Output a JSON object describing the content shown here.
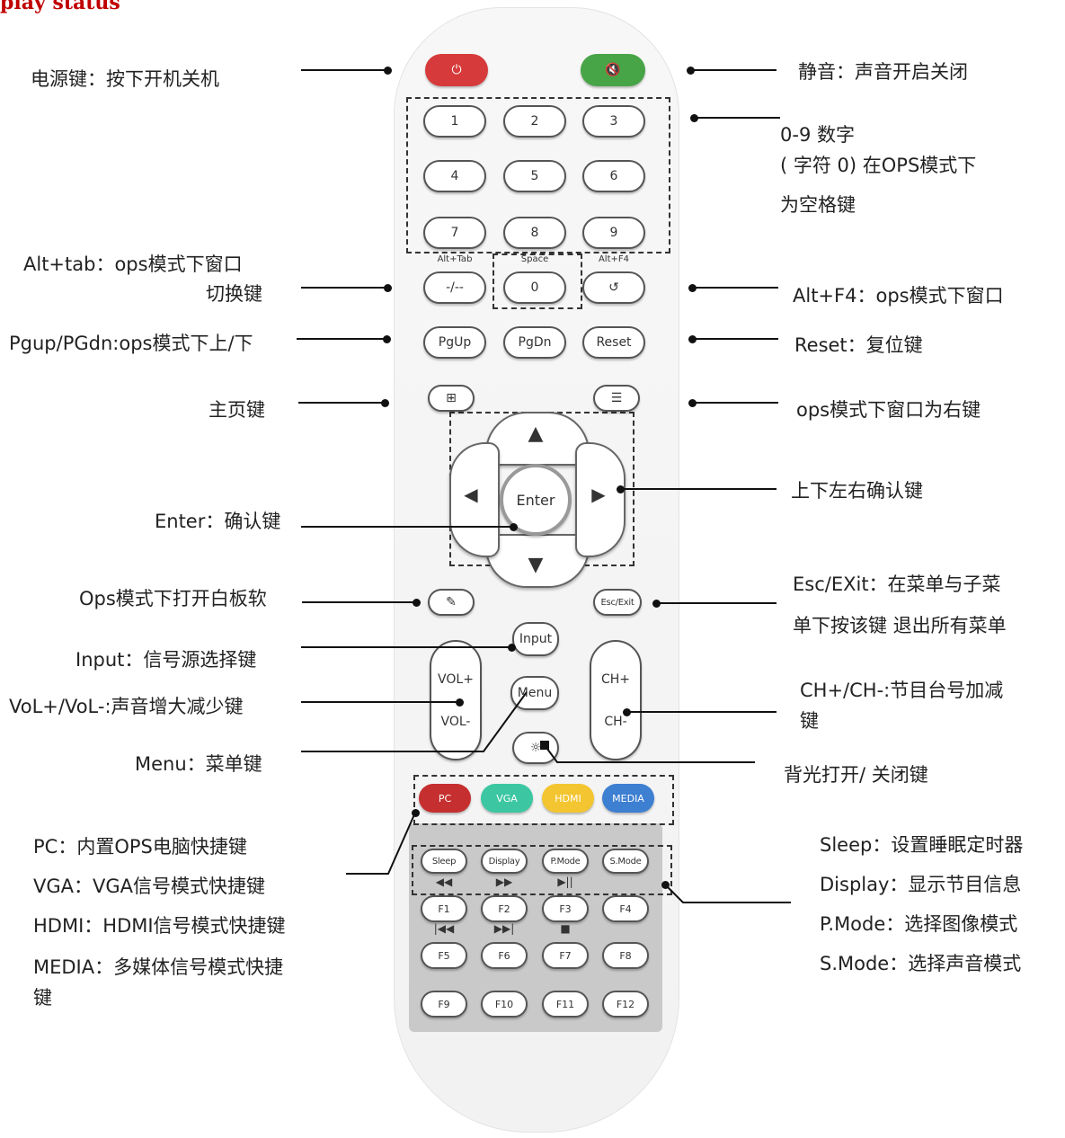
{
  "header": "play status",
  "remote": {
    "power_label": "⏻",
    "mute_label": "🔇",
    "numbers": [
      "1",
      "2",
      "3",
      "4",
      "5",
      "6",
      "7",
      "8",
      "9"
    ],
    "alt_tab_sub": "Alt+Tab",
    "space_sub": "Space",
    "alt_f4_sub": "Alt+F4",
    "dash_label": "-/--",
    "zero_label": "0",
    "return_label": "↺",
    "pgup_label": "PgUp",
    "pgdn_label": "PgDn",
    "reset_label": "Reset",
    "home_label": "⊞",
    "menu_key_label": "☰",
    "up_label": "▲",
    "down_label": "▼",
    "left_label": "◀",
    "right_label": "▶",
    "enter_label": "Enter",
    "whiteboard_label": "✎",
    "escexit_label": "Esc/Exit",
    "input_label": "Input",
    "volplus_label": "VOL+",
    "volminus_label": "VOL-",
    "menu_label": "Menu",
    "chplus_label": "CH+",
    "chminus_label": "CH-",
    "backlight_label": "☼",
    "pc_label": "PC",
    "vga_label": "VGA",
    "hdmi_label": "HDMI",
    "media_label": "MEDIA",
    "sleep_label": "Sleep",
    "display_label": "Display",
    "pmode_label": "P.Mode",
    "smode_label": "S.Mode",
    "rew_glyph": "◀◀",
    "ff_glyph": "▶▶",
    "playpause_glyph": "▶||",
    "prev_glyph": "|◀◀",
    "next_glyph": "▶▶|",
    "stop_glyph": "■",
    "f_keys": [
      "F1",
      "F2",
      "F3",
      "F4",
      "F5",
      "F6",
      "F7",
      "F8",
      "F9",
      "F10",
      "F11",
      "F12"
    ]
  },
  "colors": {
    "power": "#d63a3a",
    "mute": "#47a447",
    "pc": "#c62f2f",
    "vga": "#3cc7a2",
    "hdmi": "#f3c530",
    "media": "#3d7fd1"
  },
  "labels": {
    "power": "电源键：按下开机关机",
    "mute": "静音：声音开启关闭",
    "numbers_1": "0-9 数字",
    "numbers_2": "( 字符 0) 在OPS模式下",
    "numbers_3": "为空格键",
    "alttab_1": "Alt+tab：ops模式下窗口",
    "alttab_2": "切换键",
    "altf4": "Alt+F4：ops模式下窗口",
    "pgupdn": "Pgup/PGdn:ops模式下上/下",
    "reset": "Reset：复位键",
    "home": "主页键",
    "rightkey": "ops模式下窗口为右键",
    "dpad": "上下左右确认键",
    "enter": "Enter：确认键",
    "whiteboard": "Ops模式下打开白板软",
    "escexit_1": "Esc/EXit：在菜单与子菜",
    "escexit_2": "单下按该键 退出所有菜单",
    "input": "Input：信号源选择键",
    "vol": "VoL+/VoL-:声音增大减少键",
    "ch_1": "CH+/CH-:节目台号加减",
    "ch_2": "键",
    "menu": "Menu：菜单键",
    "backlight": "背光打开/ 关闭键",
    "pc": "PC：内置OPS电脑快捷键",
    "vga": "VGA：VGA信号模式快捷键",
    "hdmi": "HDMI：HDMI信号模式快捷键",
    "media_1": "MEDIA：多媒体信号模式快捷",
    "media_2": "键",
    "sleep": "Sleep：设置睡眠定时器",
    "display": "Display：显示节目信息",
    "pmode": "P.Mode：选择图像模式",
    "smode": "S.Mode：选择声音模式"
  }
}
